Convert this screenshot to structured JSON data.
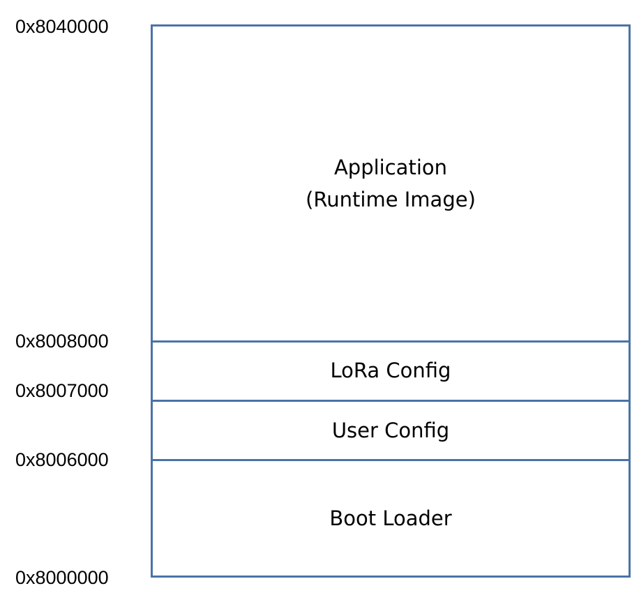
{
  "addresses": [
    "0x8040000",
    "0x8008000",
    "0x8007000",
    "0x8006000",
    "0x8000000"
  ],
  "regions": {
    "application": {
      "line1": "Application",
      "line2": "(Runtime Image)"
    },
    "lora_config": {
      "label": "LoRa Config"
    },
    "user_config": {
      "label": "User Config"
    },
    "boot_loader": {
      "label": "Boot Loader"
    }
  },
  "colors": {
    "border": "#4a73a6",
    "text": "#000000",
    "background": "#ffffff"
  }
}
